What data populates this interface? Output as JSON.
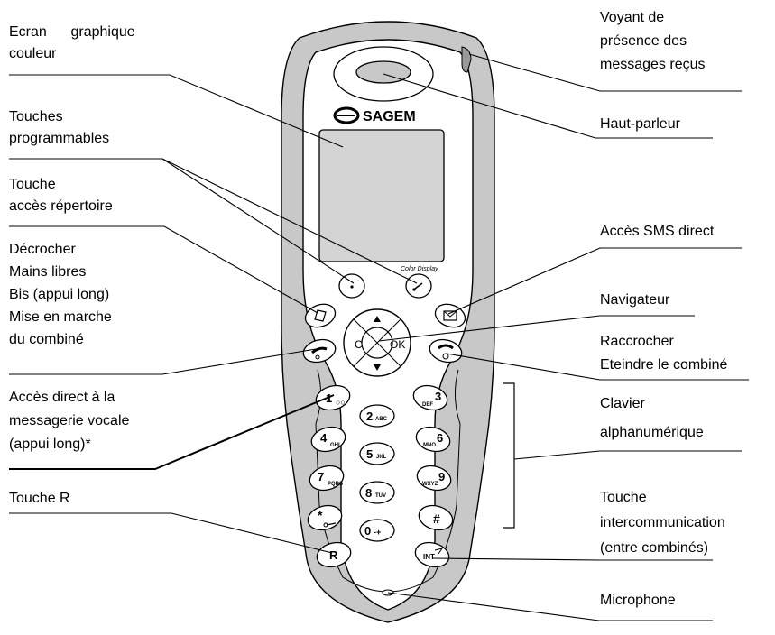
{
  "brand": "SAGEM",
  "display_caption": "Color Display",
  "nav_labels": {
    "clear": "C",
    "ok": "OK"
  },
  "keypad": [
    {
      "digit": "1",
      "letters": ""
    },
    {
      "digit": "2",
      "letters": "ABC"
    },
    {
      "digit": "3",
      "letters": "DEF"
    },
    {
      "digit": "4",
      "letters": "GHI"
    },
    {
      "digit": "5",
      "letters": "JKL"
    },
    {
      "digit": "6",
      "letters": "MNO"
    },
    {
      "digit": "7",
      "letters": "PQRS"
    },
    {
      "digit": "8",
      "letters": "TUV"
    },
    {
      "digit": "9",
      "letters": "WXYZ"
    },
    {
      "digit": "*",
      "letters": ""
    },
    {
      "digit": "0",
      "letters": "-+"
    },
    {
      "digit": "#",
      "letters": ""
    }
  ],
  "r_key": "R",
  "int_key": "INT",
  "labels_left": {
    "ecran": [
      "Ecran      graphique",
      "couleur"
    ],
    "touches_prog": [
      "Touches",
      "programmables"
    ],
    "repertoire": [
      "Touche",
      "accès répertoire"
    ],
    "decrocher": [
      "Décrocher",
      "Mains libres",
      "Bis (appui long)",
      "Mise en marche",
      "du combiné"
    ],
    "messagerie": [
      "Accès direct à la",
      "messagerie vocale",
      "(appui long)*"
    ],
    "touche_r": [
      "Touche R"
    ]
  },
  "labels_right": {
    "voyant": [
      "Voyant de",
      "présence des",
      "messages reçus"
    ],
    "haut_parleur": [
      "Haut-parleur"
    ],
    "sms": [
      "Accès SMS direct"
    ],
    "navigateur": [
      "Navigateur"
    ],
    "raccrocher": [
      "Raccrocher",
      "Eteindre le combiné"
    ],
    "clavier": [
      "Clavier",
      "alphanumérique"
    ],
    "intercom": [
      "Touche",
      "intercommunication",
      "(entre combinés)"
    ],
    "microphone": [
      "Microphone"
    ]
  }
}
